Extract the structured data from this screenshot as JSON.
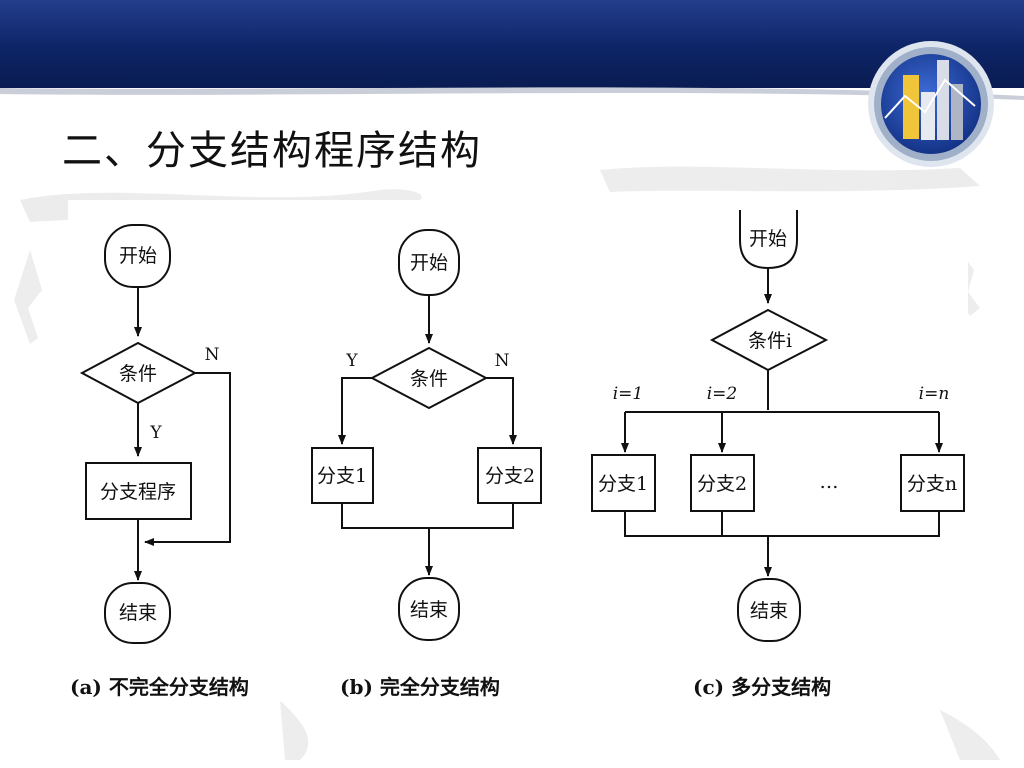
{
  "slide": {
    "title": "二、分支结构程序结构",
    "colors": {
      "band": "#0d2466",
      "band_light": "#243e8c",
      "logo_ring": "#9fb0c8"
    },
    "logo_icon": "bar-chart-logo-icon"
  },
  "diagram_a": {
    "start": "开始",
    "condition": "条件",
    "no_label": "N",
    "yes_label": "Y",
    "branch": "分支程序",
    "end": "结束",
    "caption": "(a) 不完全分支结构"
  },
  "diagram_b": {
    "start": "开始",
    "condition": "条件",
    "yes_label": "Y",
    "no_label": "N",
    "branch1": "分支1",
    "branch2": "分支2",
    "end": "结束",
    "caption": "(b) 完全分支结构"
  },
  "diagram_c": {
    "start": "开始",
    "condition": "条件i",
    "case1": "i=1",
    "case2": "i=2",
    "casen": "i=n",
    "branch1": "分支1",
    "branch2": "分支2",
    "ellipsis": "…",
    "branchn": "分支n",
    "end": "结束",
    "caption": "(c) 多分支结构"
  }
}
